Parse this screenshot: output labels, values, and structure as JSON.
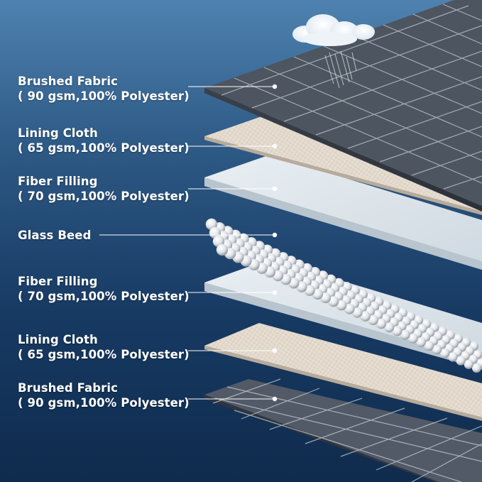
{
  "layers": [
    {
      "name": "Brushed Fabric",
      "spec": "( 90 gsm,100% Polyester)",
      "material": "brushed-fabric"
    },
    {
      "name": "Lining Cloth",
      "spec": "( 65 gsm,100% Polyester)",
      "material": "lining-cloth"
    },
    {
      "name": "Fiber Filling",
      "spec": "( 70 gsm,100% Polyester)",
      "material": "fiber-filling"
    },
    {
      "name": "Glass Beed",
      "spec": "",
      "material": "glass-beads"
    },
    {
      "name": "Fiber Filling",
      "spec": "( 70 gsm,100% Polyester)",
      "material": "fiber-filling"
    },
    {
      "name": "Lining Cloth",
      "spec": "( 65 gsm,100% Polyester)",
      "material": "lining-cloth"
    },
    {
      "name": "Brushed Fabric",
      "spec": "( 90 gsm,100% Polyester)",
      "material": "brushed-fabric"
    }
  ],
  "colors": {
    "background_top": "#4f82b0",
    "background_bottom": "#0f2b4d",
    "brushed_fabric": "#4a525e",
    "lining_cloth": "#e6ddd1",
    "fiber_filling": "#dce4ea",
    "label_text": "#ffffff"
  },
  "icons": [
    "rain-cloud-icon"
  ]
}
